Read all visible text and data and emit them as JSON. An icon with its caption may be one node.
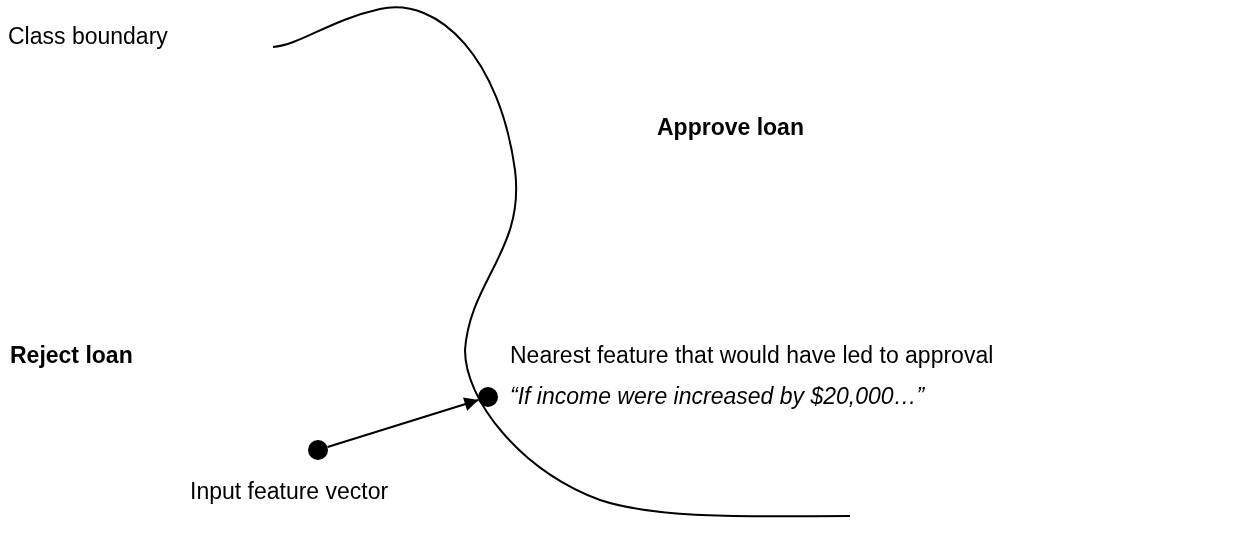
{
  "diagram": {
    "nodes": [
      {
        "text": [],
        "shape": "circle",
        "beside": [
          "Input feature vector"
        ]
      },
      {
        "text": [],
        "shape": "circle",
        "beside": [
          "Nearest feature that would have led to approval",
          "“If income were increased by $20,000…”"
        ]
      }
    ],
    "edges": [
      {
        "from": 0,
        "to": 1,
        "arrow": "to"
      }
    ],
    "labels": [
      "Class boundary",
      "Approve loan",
      "Reject loan"
    ]
  }
}
